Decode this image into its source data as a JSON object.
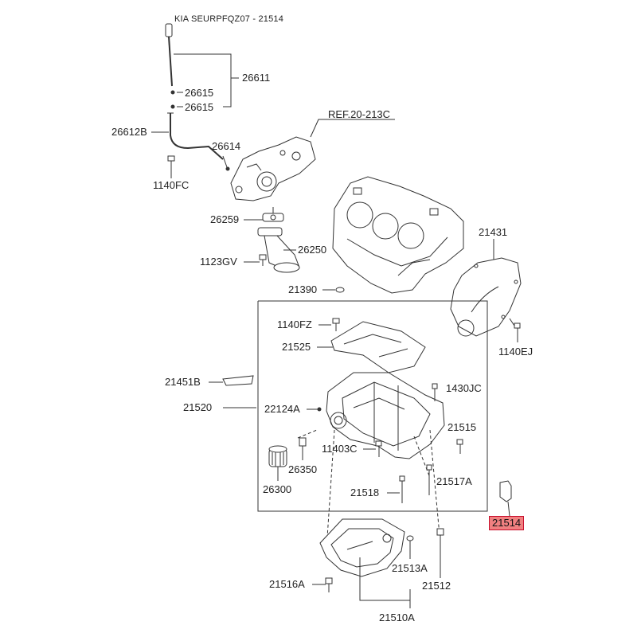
{
  "header": {
    "title": "KIA SEURPFQZ07 - 21514"
  },
  "highlight_color": "#f08080",
  "ref_label": "REF.20-213C",
  "parts": {
    "p26611": "26611",
    "p26615a": "26615",
    "p26615b": "26615",
    "p26612B": "26612B",
    "p26614": "26614",
    "p1140FC": "1140FC",
    "p26259": "26259",
    "p26250": "26250",
    "p1123GV": "1123GV",
    "p21390": "21390",
    "p21431": "21431",
    "p1140EJ": "1140EJ",
    "p1140FZ": "1140FZ",
    "p21525": "21525",
    "p21451B": "21451B",
    "p21520": "21520",
    "p22124A": "22124A",
    "p1430JC": "1430JC",
    "p21515": "21515",
    "p11403C": "11403C",
    "p26350": "26350",
    "p26300": "26300",
    "p21518": "21518",
    "p21517A": "21517A",
    "p21514": "21514",
    "p21516A": "21516A",
    "p21513A": "21513A",
    "p21512": "21512",
    "p21510A": "21510A"
  }
}
